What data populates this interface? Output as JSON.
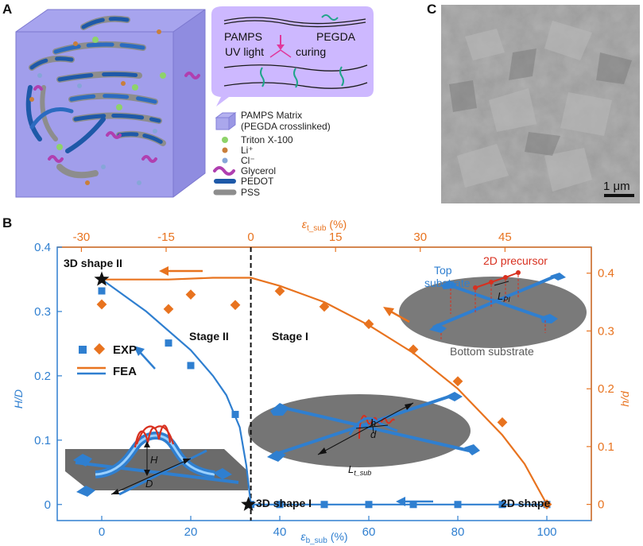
{
  "panels": {
    "a": "A",
    "b": "B",
    "c": "C"
  },
  "colors": {
    "blue": "#2f7fd0",
    "orange": "#e8731f",
    "purple": "#b9b4f2",
    "bubble": "#cdb8ff",
    "gray": "#7a7a7a"
  },
  "panel_a": {
    "bubble": {
      "pamps": "PAMPS",
      "pegda": "PEGDA",
      "uv": "UV light",
      "curing": "curing"
    },
    "legend": [
      {
        "icon": "cube-icon",
        "label": "PAMPS Matrix"
      },
      {
        "icon": "",
        "label": "(PEGDA crosslinked)"
      },
      {
        "icon": "green-dot-icon",
        "label": "Triton X-100"
      },
      {
        "icon": "brown-dot-icon",
        "label": "Li⁺"
      },
      {
        "icon": "gray-dot-icon",
        "label": "Cl⁻"
      },
      {
        "icon": "purple-squiggle-icon",
        "label": "Glycerol"
      },
      {
        "icon": "blue-rod-icon",
        "label": "PEDOT"
      },
      {
        "icon": "gray-rod-icon",
        "label": "PSS"
      }
    ]
  },
  "panel_c": {
    "scale_bar": "1 μm"
  },
  "annotations": {
    "shape_3d_ii": "3D shape II",
    "shape_3d_i": "3D shape I",
    "shape_2d": "2D shape",
    "stage_ii": "Stage II",
    "stage_i": "Stage I",
    "legend_exp": "EXP",
    "legend_fea": "FEA",
    "top_substrate_1": "Top",
    "top_substrate_2": "substrate",
    "precursor": "2D precursor",
    "bottom_substrate": "Bottom substrate",
    "lpi": "L",
    "lpi_sub": "PI",
    "h": "h",
    "d": "d",
    "lt": "L",
    "lt_sub": "t_sub",
    "H": "H",
    "D": "D"
  },
  "chart_data": {
    "type": "scatter",
    "x_bottom": {
      "label": "ε",
      "label_sub": "b_sub",
      "label_unit": "(%)",
      "range": [
        -10,
        110
      ],
      "ticks": [
        0,
        20,
        40,
        60,
        80,
        100
      ],
      "tick_labels": [
        "0",
        "20",
        "40",
        "60",
        "80",
        "100"
      ]
    },
    "x_top": {
      "label": "ε",
      "label_sub": "t_sub",
      "label_unit": "(%)",
      "ticks": [
        -30,
        -15,
        0,
        15,
        30,
        45
      ],
      "tick_labels": [
        "-30",
        "-15",
        "0",
        "15",
        "30",
        "45"
      ]
    },
    "y_left": {
      "label": "H/D",
      "range": [
        -0.025,
        0.4
      ],
      "ticks": [
        0,
        0.1,
        0.2,
        0.3,
        0.4
      ],
      "tick_labels": [
        "0",
        "0.1",
        "0.2",
        "0.3",
        "0.4"
      ]
    },
    "y_right": {
      "label": "h/d",
      "range": [
        -0.028,
        0.445
      ],
      "ticks": [
        0,
        0.1,
        0.2,
        0.3,
        0.4
      ],
      "tick_labels": [
        "0",
        "0.1",
        "0.2",
        "0.3",
        "0.4"
      ]
    },
    "series": [
      {
        "name": "EXP",
        "axis": "left",
        "marker": "square",
        "color": "#2f7fd0",
        "points": [
          [
            0,
            0.332
          ],
          [
            15,
            0.251
          ],
          [
            20,
            0.216
          ],
          [
            30,
            0.14
          ],
          [
            33.5,
            0
          ],
          [
            40,
            0
          ],
          [
            50,
            0
          ],
          [
            60,
            0
          ],
          [
            70,
            0
          ],
          [
            80,
            0
          ],
          [
            90,
            0
          ],
          [
            100,
            0
          ]
        ]
      },
      {
        "name": "EXP",
        "axis": "right",
        "marker": "diamond",
        "color": "#e8731f",
        "points": [
          [
            0,
            0.346
          ],
          [
            15,
            0.338
          ],
          [
            20,
            0.363
          ],
          [
            30,
            0.345
          ],
          [
            40,
            0.369
          ],
          [
            50,
            0.342
          ],
          [
            60,
            0.312
          ],
          [
            70,
            0.268
          ],
          [
            80,
            0.213
          ],
          [
            90,
            0.142
          ],
          [
            100,
            0
          ]
        ]
      },
      {
        "name": "FEA",
        "axis": "left",
        "type": "line",
        "color": "#2f7fd0",
        "points": [
          [
            0,
            0.35
          ],
          [
            10,
            0.3
          ],
          [
            20,
            0.24
          ],
          [
            25,
            0.2
          ],
          [
            28,
            0.17
          ],
          [
            31,
            0.12
          ],
          [
            32.5,
            0.06
          ],
          [
            33.5,
            0
          ],
          [
            100,
            0
          ]
        ]
      },
      {
        "name": "FEA",
        "axis": "right",
        "type": "line",
        "color": "#e8731f",
        "points": [
          [
            0,
            0.389
          ],
          [
            5,
            0.389
          ],
          [
            15,
            0.389
          ],
          [
            25,
            0.392
          ],
          [
            33.5,
            0.392
          ],
          [
            40,
            0.378
          ],
          [
            50,
            0.35
          ],
          [
            60,
            0.31
          ],
          [
            70,
            0.262
          ],
          [
            80,
            0.2
          ],
          [
            90,
            0.12
          ],
          [
            95,
            0.07
          ],
          [
            100,
            0
          ]
        ]
      }
    ],
    "stage_boundary_x": 33.5
  }
}
